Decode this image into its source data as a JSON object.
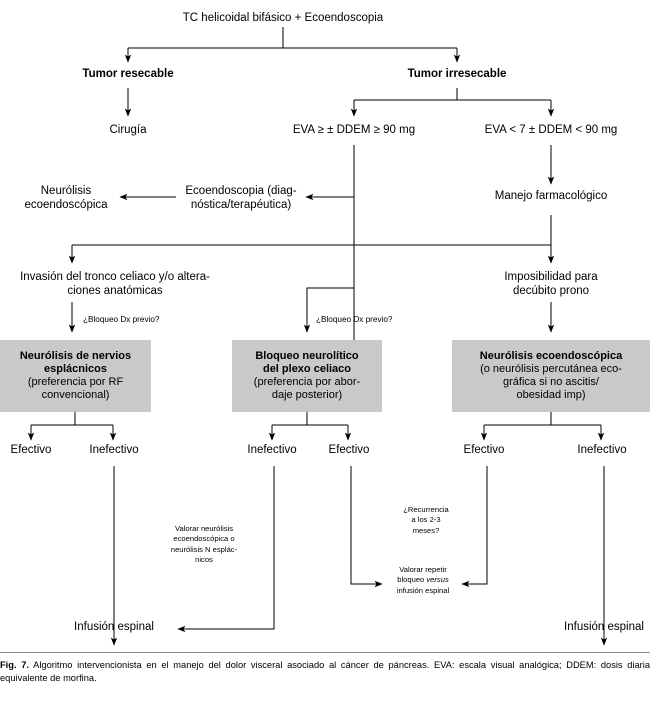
{
  "figure": {
    "caption_label": "Fig. 7.",
    "caption_text": " Algoritmo intervencionista en el manejo del dolor visceral asociado al cáncer de páncreas. EVA: escala visual analógica; DDEM: dosis diaria equivalente de morfina.",
    "box_fill": "#c9c9c9",
    "line_color": "#000000",
    "background": "#ffffff"
  },
  "nodes": {
    "root": "TC helicoidal bifásico + Ecoendoscopia",
    "tumor_resecable": "Tumor resecable",
    "tumor_irresecable": "Tumor irresecable",
    "cirugia": "Cirugía",
    "eva_alta": "EVA ≥ ± DDEM ≥ 90 mg",
    "eva_baja": "EVA < 7 ± DDEM < 90 mg",
    "ecoendoscopia": "Ecoendoscopia (diag-\nnóstica/terapéutica)",
    "neurolisis_ecoendoscopica": "Neurólisis\necoendoscópica",
    "manejo_farmacologico": "Manejo farmacológico",
    "invasion_tronco": "Invasión del tronco celiaco y/o altera-\nciones anatómicas",
    "imposibilidad_decubito": "Imposibilidad para\ndecúbito prono",
    "bloqueo_dx_left": "¿Bloqueo Dx previo?",
    "bloqueo_dx_mid": "¿Bloqueo Dx previo?",
    "valorar_neurolisis": "Valorar neurólisis\necoendoscópica o\nneurólisis N esplác-\nnicos",
    "recurrencia": "¿Recurrencia\na los 2-3\nmeses?",
    "valorar_repetir_1": "Valorar repetir\nbloqueo ",
    "valorar_repetir_italic": "versus",
    "valorar_repetir_2": "\ninfusión espinal",
    "infusion_espinal_left": "Infusión espinal",
    "infusion_espinal_right": "Infusión espinal"
  },
  "gray_boxes": [
    {
      "id": "neurolisis-nervios-esplacnicos",
      "title": "Neurólisis de nervios\nesplácnicos",
      "subtitle": "(preferencia por RF\nconvencional)"
    },
    {
      "id": "bloqueo-neurolitico-plexo-celiaco",
      "title": "Bloqueo neurolítico\ndel plexo celiaco",
      "subtitle": "(preferencia por abor-\ndaje posterior)"
    },
    {
      "id": "neurolisis-ecoendoscopica",
      "title": "Neurólisis ecoendoscópica",
      "subtitle": "(o neurólisis percutánea eco-\ngráfica si no ascitis/\nobesidad imp)"
    }
  ],
  "outcomes": {
    "left": {
      "a": "Efectivo",
      "b": "Inefectivo"
    },
    "middle": {
      "a": "Inefectivo",
      "b": "Efectivo"
    },
    "right": {
      "a": "Efectivo",
      "b": "Inefectivo"
    }
  }
}
